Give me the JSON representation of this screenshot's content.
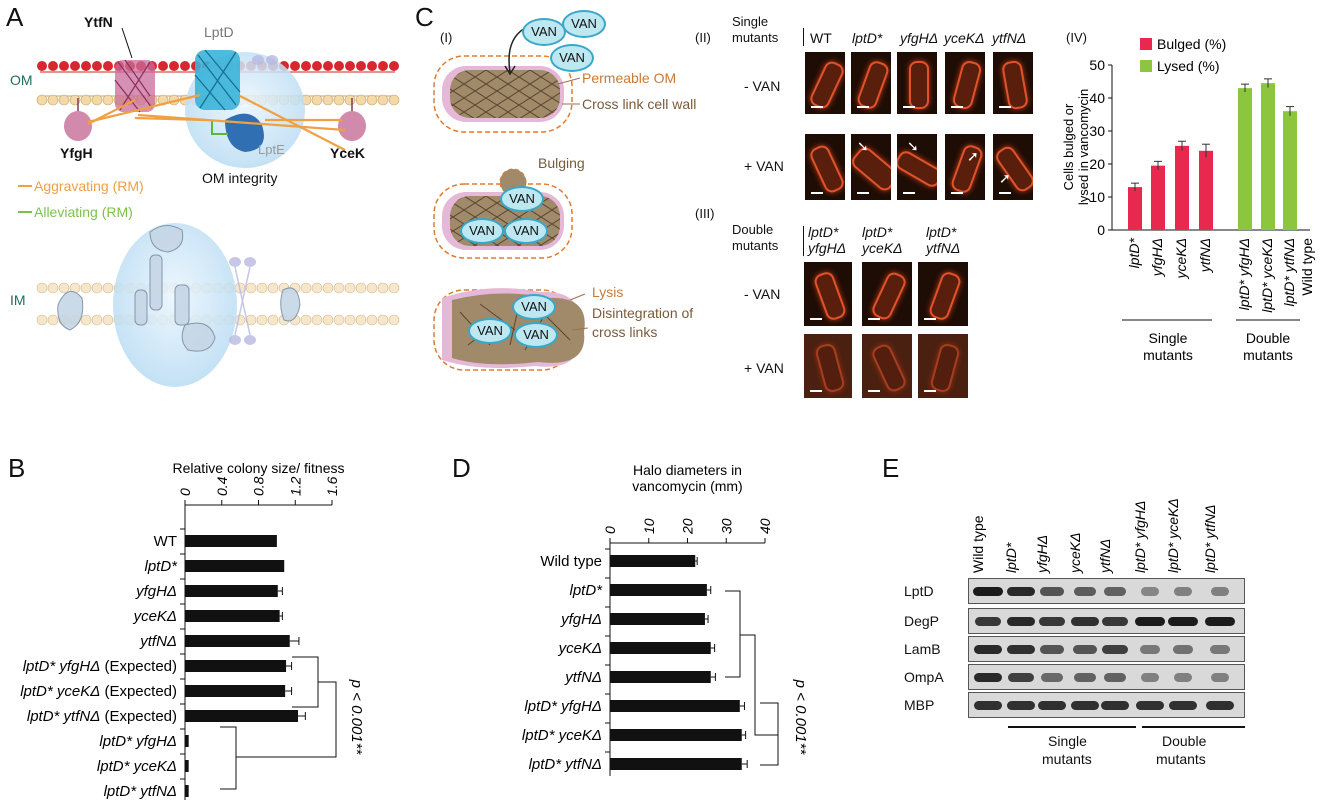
{
  "panels": {
    "A": "A",
    "B": "B",
    "C": "C",
    "D": "D",
    "E": "E"
  },
  "panel_a": {
    "ytfn": "YtfN",
    "lptd": "LptD",
    "om": "OM",
    "im": "IM",
    "yfgh": "YfgH",
    "ycek": "YceK",
    "lpte": "LptE",
    "om_integrity": "OM integrity",
    "aggravating": "Aggravating (RM)",
    "alleviating": "Alleviating (RM)",
    "colors": {
      "aggravating": "#f0a040",
      "alleviating": "#7cc24a",
      "om_label": "#1d6e62"
    }
  },
  "panel_c": {
    "i": "(I)",
    "ii": "(II)",
    "iii": "(III)",
    "iv": "(IV)",
    "van": "VAN",
    "permeable_om": "Permeable OM",
    "cross_link": "Cross link cell wall",
    "bulging": "Bulging",
    "lysis": "Lysis",
    "disintegration_1": "Disintegration of",
    "disintegration_2": "cross links",
    "single_mutants_1": "Single",
    "single_mutants_2": "mutants",
    "double_mutants_1": "Double",
    "double_mutants_2": "mutants",
    "minus_van": "- VAN",
    "plus_van": "+ VAN",
    "single_cols": [
      "WT",
      "lptD*",
      "yfgHΔ",
      "yceKΔ",
      "ytfNΔ"
    ],
    "double_cols": [
      [
        "lptD*",
        "yfgHΔ"
      ],
      [
        "lptD*",
        "yceKΔ"
      ],
      [
        "lptD*",
        "ytfNΔ"
      ]
    ]
  },
  "chart_data": [
    {
      "panel": "C(IV)",
      "type": "bar",
      "ylabel": "Cells bulged or lysed in vancomycin",
      "ylim": [
        0,
        50
      ],
      "yticks": [
        0,
        10,
        20,
        30,
        40,
        50
      ],
      "categories": [
        "lptD*",
        "yfgHΔ",
        "yceKΔ",
        "ytfNΔ",
        "lptD* yfgHΔ",
        "lptD* yceKΔ",
        "lptD* ytfNΔ",
        "Wild type"
      ],
      "series": [
        {
          "name": "Bulged (%)",
          "color": "#e8284f",
          "values": [
            13,
            19.5,
            25.5,
            24,
            null,
            null,
            null,
            0
          ],
          "errors": [
            1.2,
            1.3,
            1.4,
            2,
            null,
            null,
            null,
            0
          ]
        },
        {
          "name": "Lysed (%)",
          "color": "#8cc63f",
          "values": [
            null,
            null,
            null,
            null,
            43,
            44.5,
            36,
            0
          ],
          "errors": [
            null,
            null,
            null,
            null,
            1.2,
            1.3,
            1.4,
            0
          ]
        }
      ],
      "groups": [
        {
          "label": [
            "Single",
            "mutants"
          ]
        },
        {
          "label": [
            "Double",
            "mutants"
          ]
        }
      ]
    },
    {
      "panel": "B",
      "type": "bar",
      "title": "Relative colony size/ fitness",
      "xlim": [
        0,
        1.6
      ],
      "xticks": [
        "0",
        "0.4",
        "0.8",
        "1.2",
        "1.6"
      ],
      "categories": [
        "WT",
        "lptD*",
        "yfgHΔ",
        "yceKΔ",
        "ytfNΔ",
        "lptD* yfgHΔ (Expected)",
        "lptD* yceKΔ (Expected)",
        "lptD* ytfNΔ (Expected)",
        "lptD* yfgHΔ",
        "lptD* yceKΔ",
        "lptD* ytfNΔ"
      ],
      "values": [
        1.0,
        1.08,
        1.01,
        1.03,
        1.14,
        1.1,
        1.09,
        1.23,
        0.04,
        0.04,
        0.04
      ],
      "errors": [
        0,
        0,
        0.05,
        0.03,
        0.1,
        0.06,
        0.07,
        0.08,
        0,
        0,
        0
      ],
      "annotation": "p < 0.001**"
    },
    {
      "panel": "D",
      "type": "bar",
      "title": "Halo diameters in vancomycin (mm)",
      "xlim": [
        0,
        40
      ],
      "xticks": [
        "0",
        "10",
        "20",
        "30",
        "40"
      ],
      "categories": [
        "Wild type",
        "lptD*",
        "yfgHΔ",
        "yceKΔ",
        "ytfNΔ",
        "lptD* yfgHΔ",
        "lptD* yceKΔ",
        "lptD* ytfNΔ"
      ],
      "values": [
        22,
        25,
        24.5,
        26,
        26,
        33.5,
        34,
        34
      ],
      "errors": [
        0.5,
        1,
        0.8,
        1,
        1.2,
        1.2,
        1,
        1.4
      ],
      "annotation": "p < 0.001**"
    }
  ],
  "panel_e": {
    "lanes": [
      "Wild type",
      "lptD*",
      "yfgHΔ",
      "yceKΔ",
      "ytfNΔ",
      "lptD* yfgHΔ",
      "lptD* yceKΔ",
      "lptD* ytfNΔ"
    ],
    "rows": [
      {
        "label": "LptD",
        "levels": [
          1,
          0.9,
          0.6,
          0.55,
          0.5,
          0.25,
          0.3,
          0.3
        ]
      },
      {
        "label": "DegP",
        "levels": [
          0.8,
          0.9,
          0.8,
          0.85,
          0.8,
          1,
          1,
          1
        ]
      },
      {
        "label": "LamB",
        "levels": [
          0.9,
          0.85,
          0.6,
          0.6,
          0.75,
          0.35,
          0.4,
          0.35
        ]
      },
      {
        "label": "OmpA",
        "levels": [
          0.9,
          0.75,
          0.45,
          0.5,
          0.5,
          0.3,
          0.3,
          0.3
        ]
      },
      {
        "label": "MBP",
        "levels": [
          0.85,
          0.85,
          0.85,
          0.85,
          0.85,
          0.85,
          0.85,
          0.85
        ]
      }
    ],
    "single": [
      "Single",
      "mutants"
    ],
    "double": [
      "Double",
      "mutants"
    ]
  }
}
